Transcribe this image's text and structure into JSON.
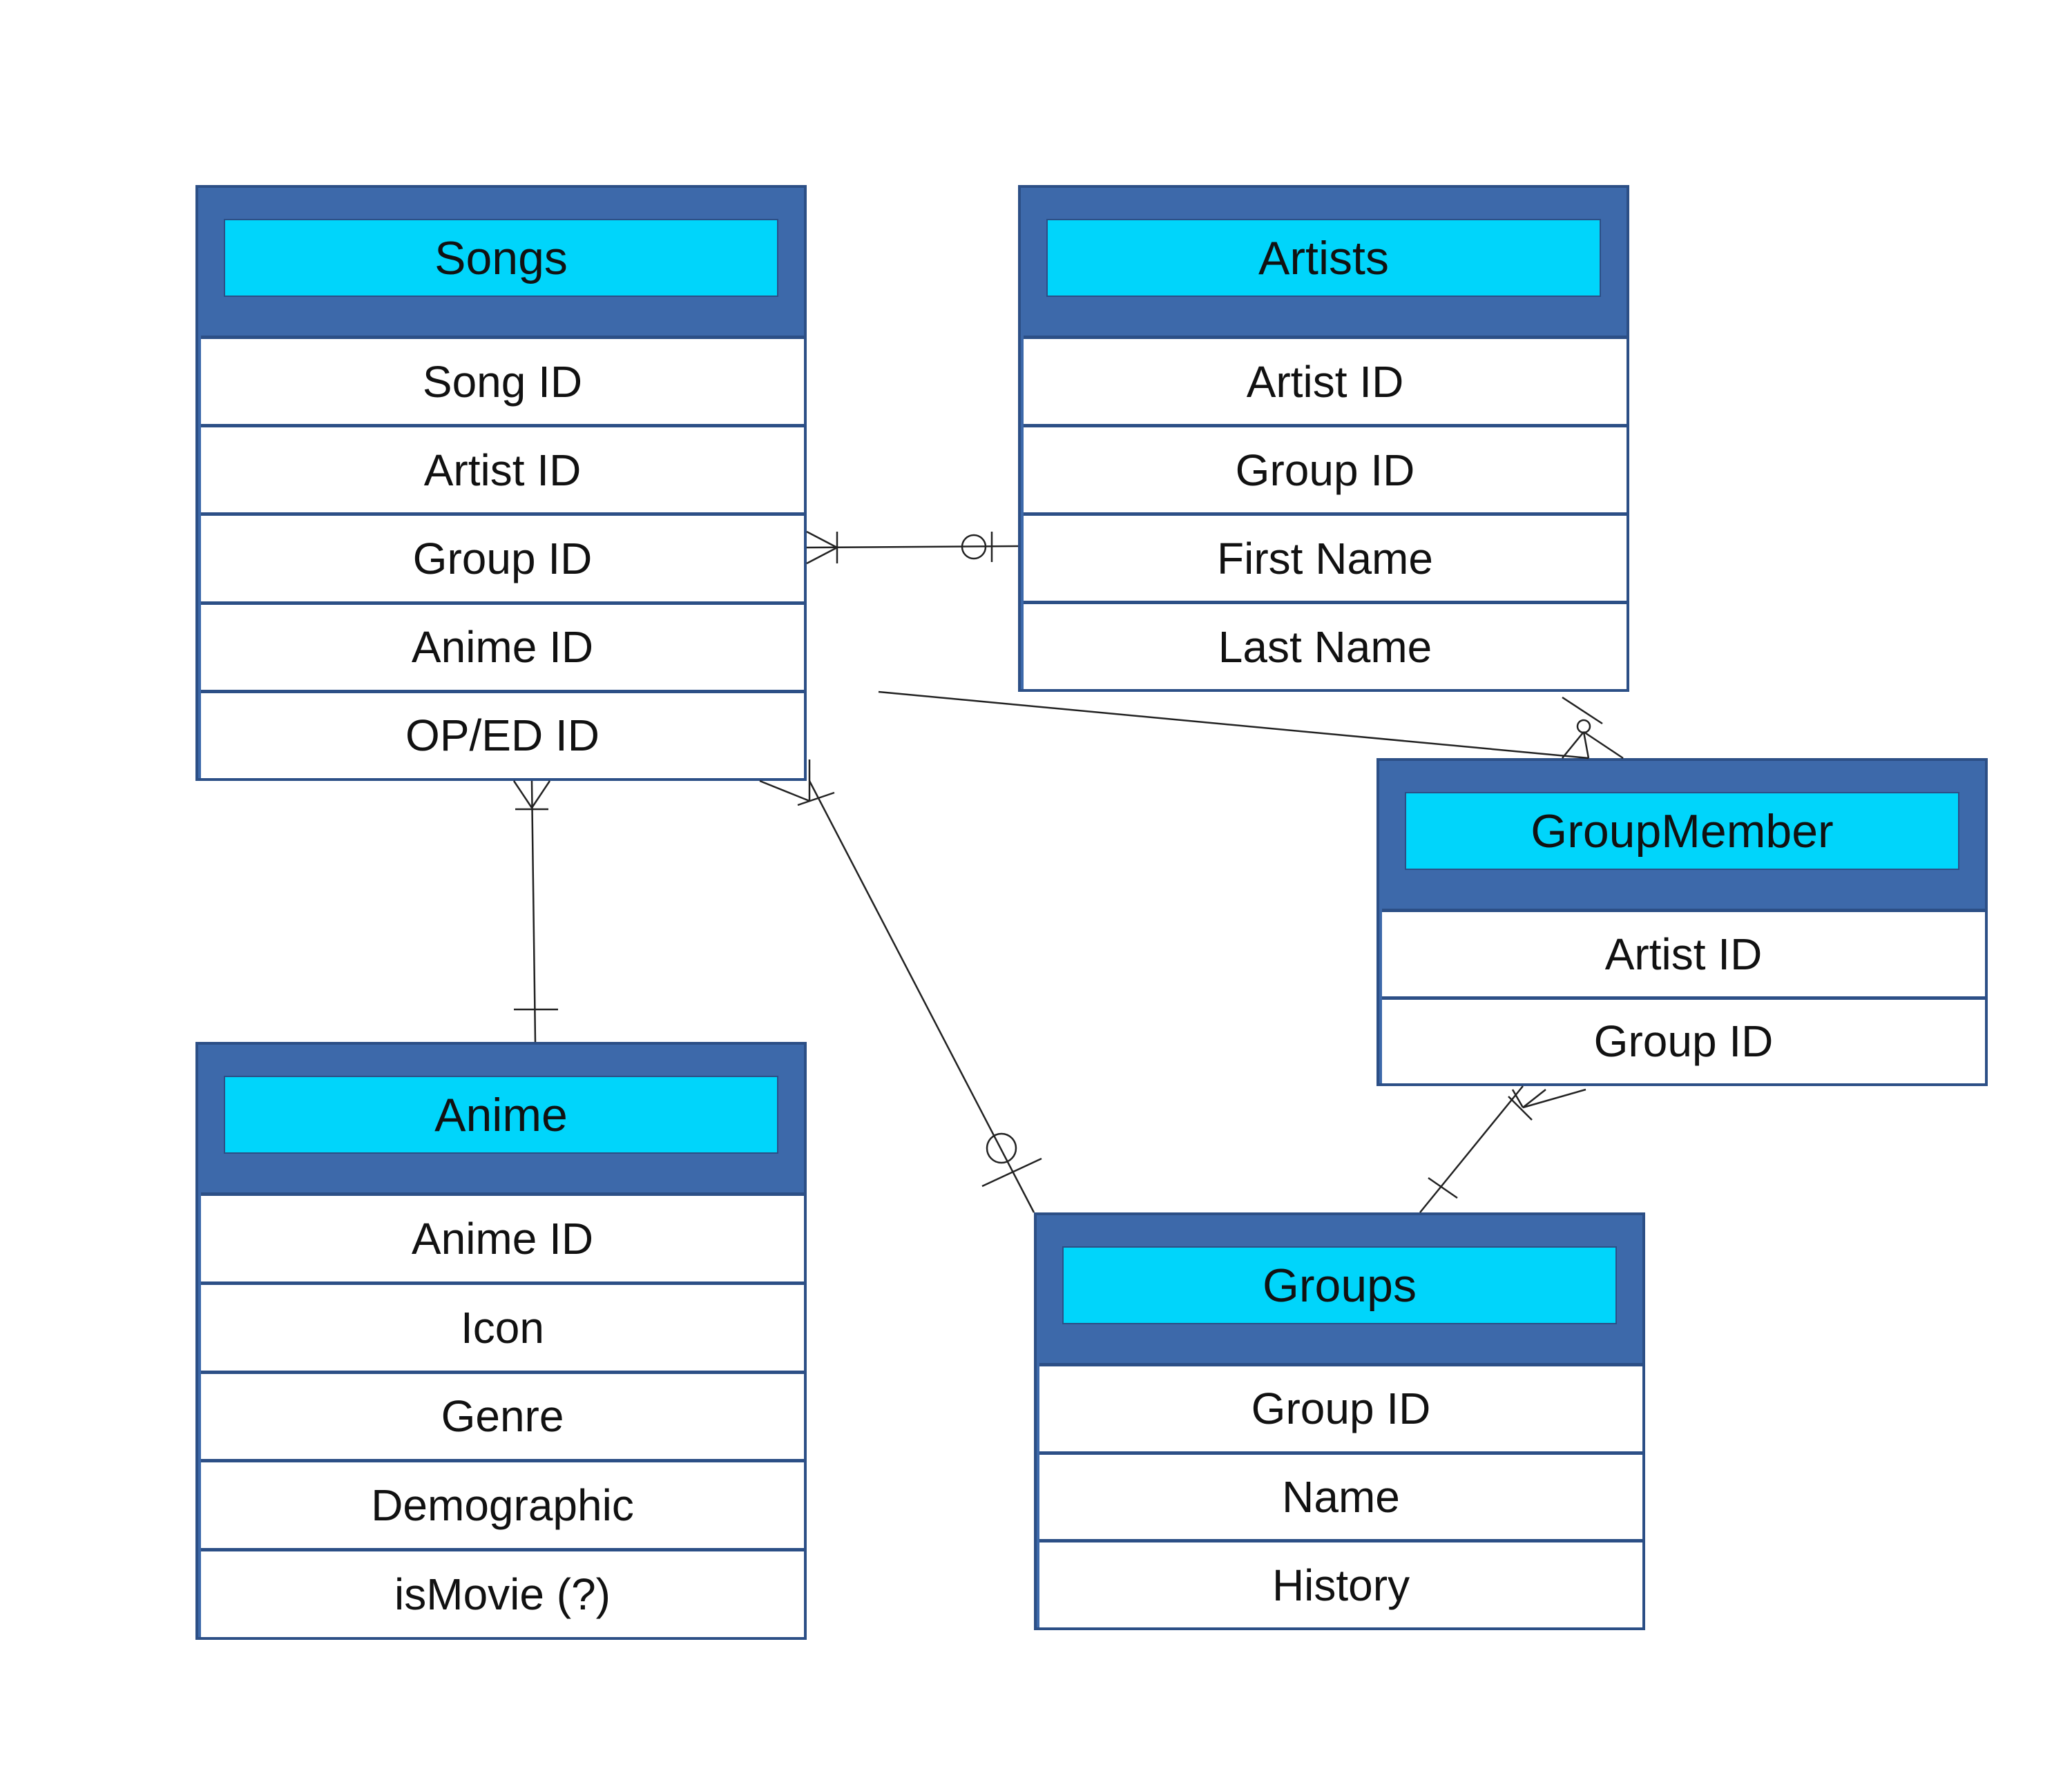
{
  "entities": {
    "songs": {
      "title": "Songs",
      "fields": [
        "Song ID",
        "Artist ID",
        "Group ID",
        "Anime ID",
        "OP/ED ID"
      ]
    },
    "artists": {
      "title": "Artists",
      "fields": [
        "Artist ID",
        "Group ID",
        "First Name",
        "Last Name"
      ]
    },
    "groupmember": {
      "title": "GroupMember",
      "fields": [
        "Artist ID",
        "Group ID"
      ]
    },
    "anime": {
      "title": "Anime",
      "fields": [
        "Anime ID",
        "Icon",
        "Genre",
        "Demographic",
        "isMovie (?)"
      ]
    },
    "groups": {
      "title": "Groups",
      "fields": [
        "Group ID",
        "Name",
        "History"
      ]
    }
  },
  "colors": {
    "frame": "#3d69aa",
    "border": "#2c4f86",
    "header": "#00d5fb",
    "line": "#222222"
  }
}
